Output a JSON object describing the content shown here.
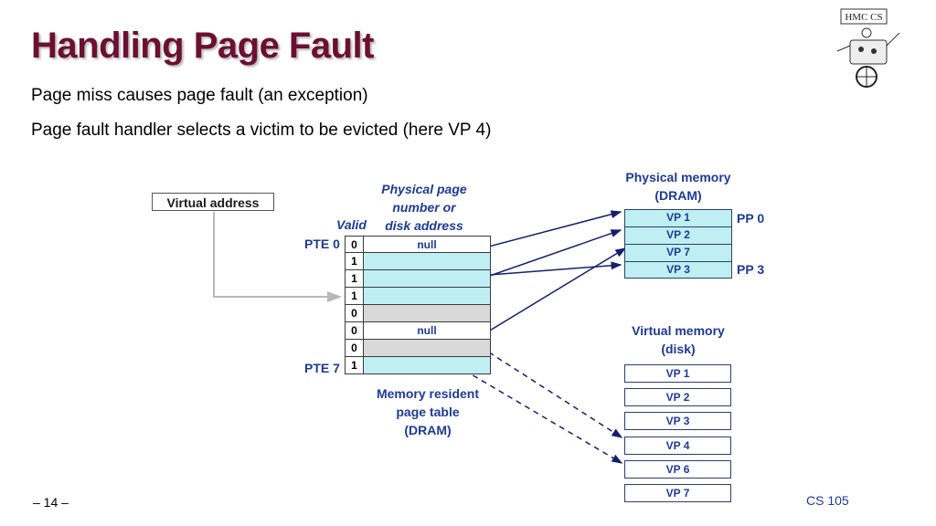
{
  "title": "Handling Page Fault",
  "bullets": [
    "Page miss causes page fault (an exception)",
    "Page fault handler selects a victim to be evicted (here VP 4)"
  ],
  "virtual_address_label": "Virtual address",
  "page_table": {
    "header_valid": "Valid",
    "header_addr_lines": [
      "Physical page",
      "number or",
      "disk address"
    ],
    "pte_first_label": "PTE 0",
    "pte_last_label": "PTE 7",
    "rows": [
      {
        "valid": "0",
        "addr": "null",
        "color": "#ffffff"
      },
      {
        "valid": "1",
        "addr": "",
        "color": "#bfeff3"
      },
      {
        "valid": "1",
        "addr": "",
        "color": "#bfeff3"
      },
      {
        "valid": "1",
        "addr": "",
        "color": "#bfeff3"
      },
      {
        "valid": "0",
        "addr": "",
        "color": "#d9d9d9"
      },
      {
        "valid": "0",
        "addr": "null",
        "color": "#ffffff"
      },
      {
        "valid": "0",
        "addr": "",
        "color": "#d9d9d9"
      },
      {
        "valid": "1",
        "addr": "",
        "color": "#bfeff3"
      }
    ],
    "caption_lines": [
      "Memory resident",
      "page table",
      "(DRAM)"
    ]
  },
  "physical_memory": {
    "title_lines": [
      "Physical memory",
      "(DRAM)"
    ],
    "pages": [
      "VP 1",
      "VP 2",
      "VP 7",
      "VP 3"
    ],
    "pp_first": "PP 0",
    "pp_last": "PP 3",
    "color": "#bfeff3"
  },
  "virtual_memory": {
    "title_lines": [
      "Virtual memory",
      "(disk)"
    ],
    "pages": [
      "VP 1",
      "VP 2",
      "VP 3",
      "VP 4",
      "VP 6",
      "VP 7"
    ]
  },
  "footer": {
    "page_number": "– 14 –",
    "course": "CS 105"
  },
  "logo_text": "HMC CS"
}
